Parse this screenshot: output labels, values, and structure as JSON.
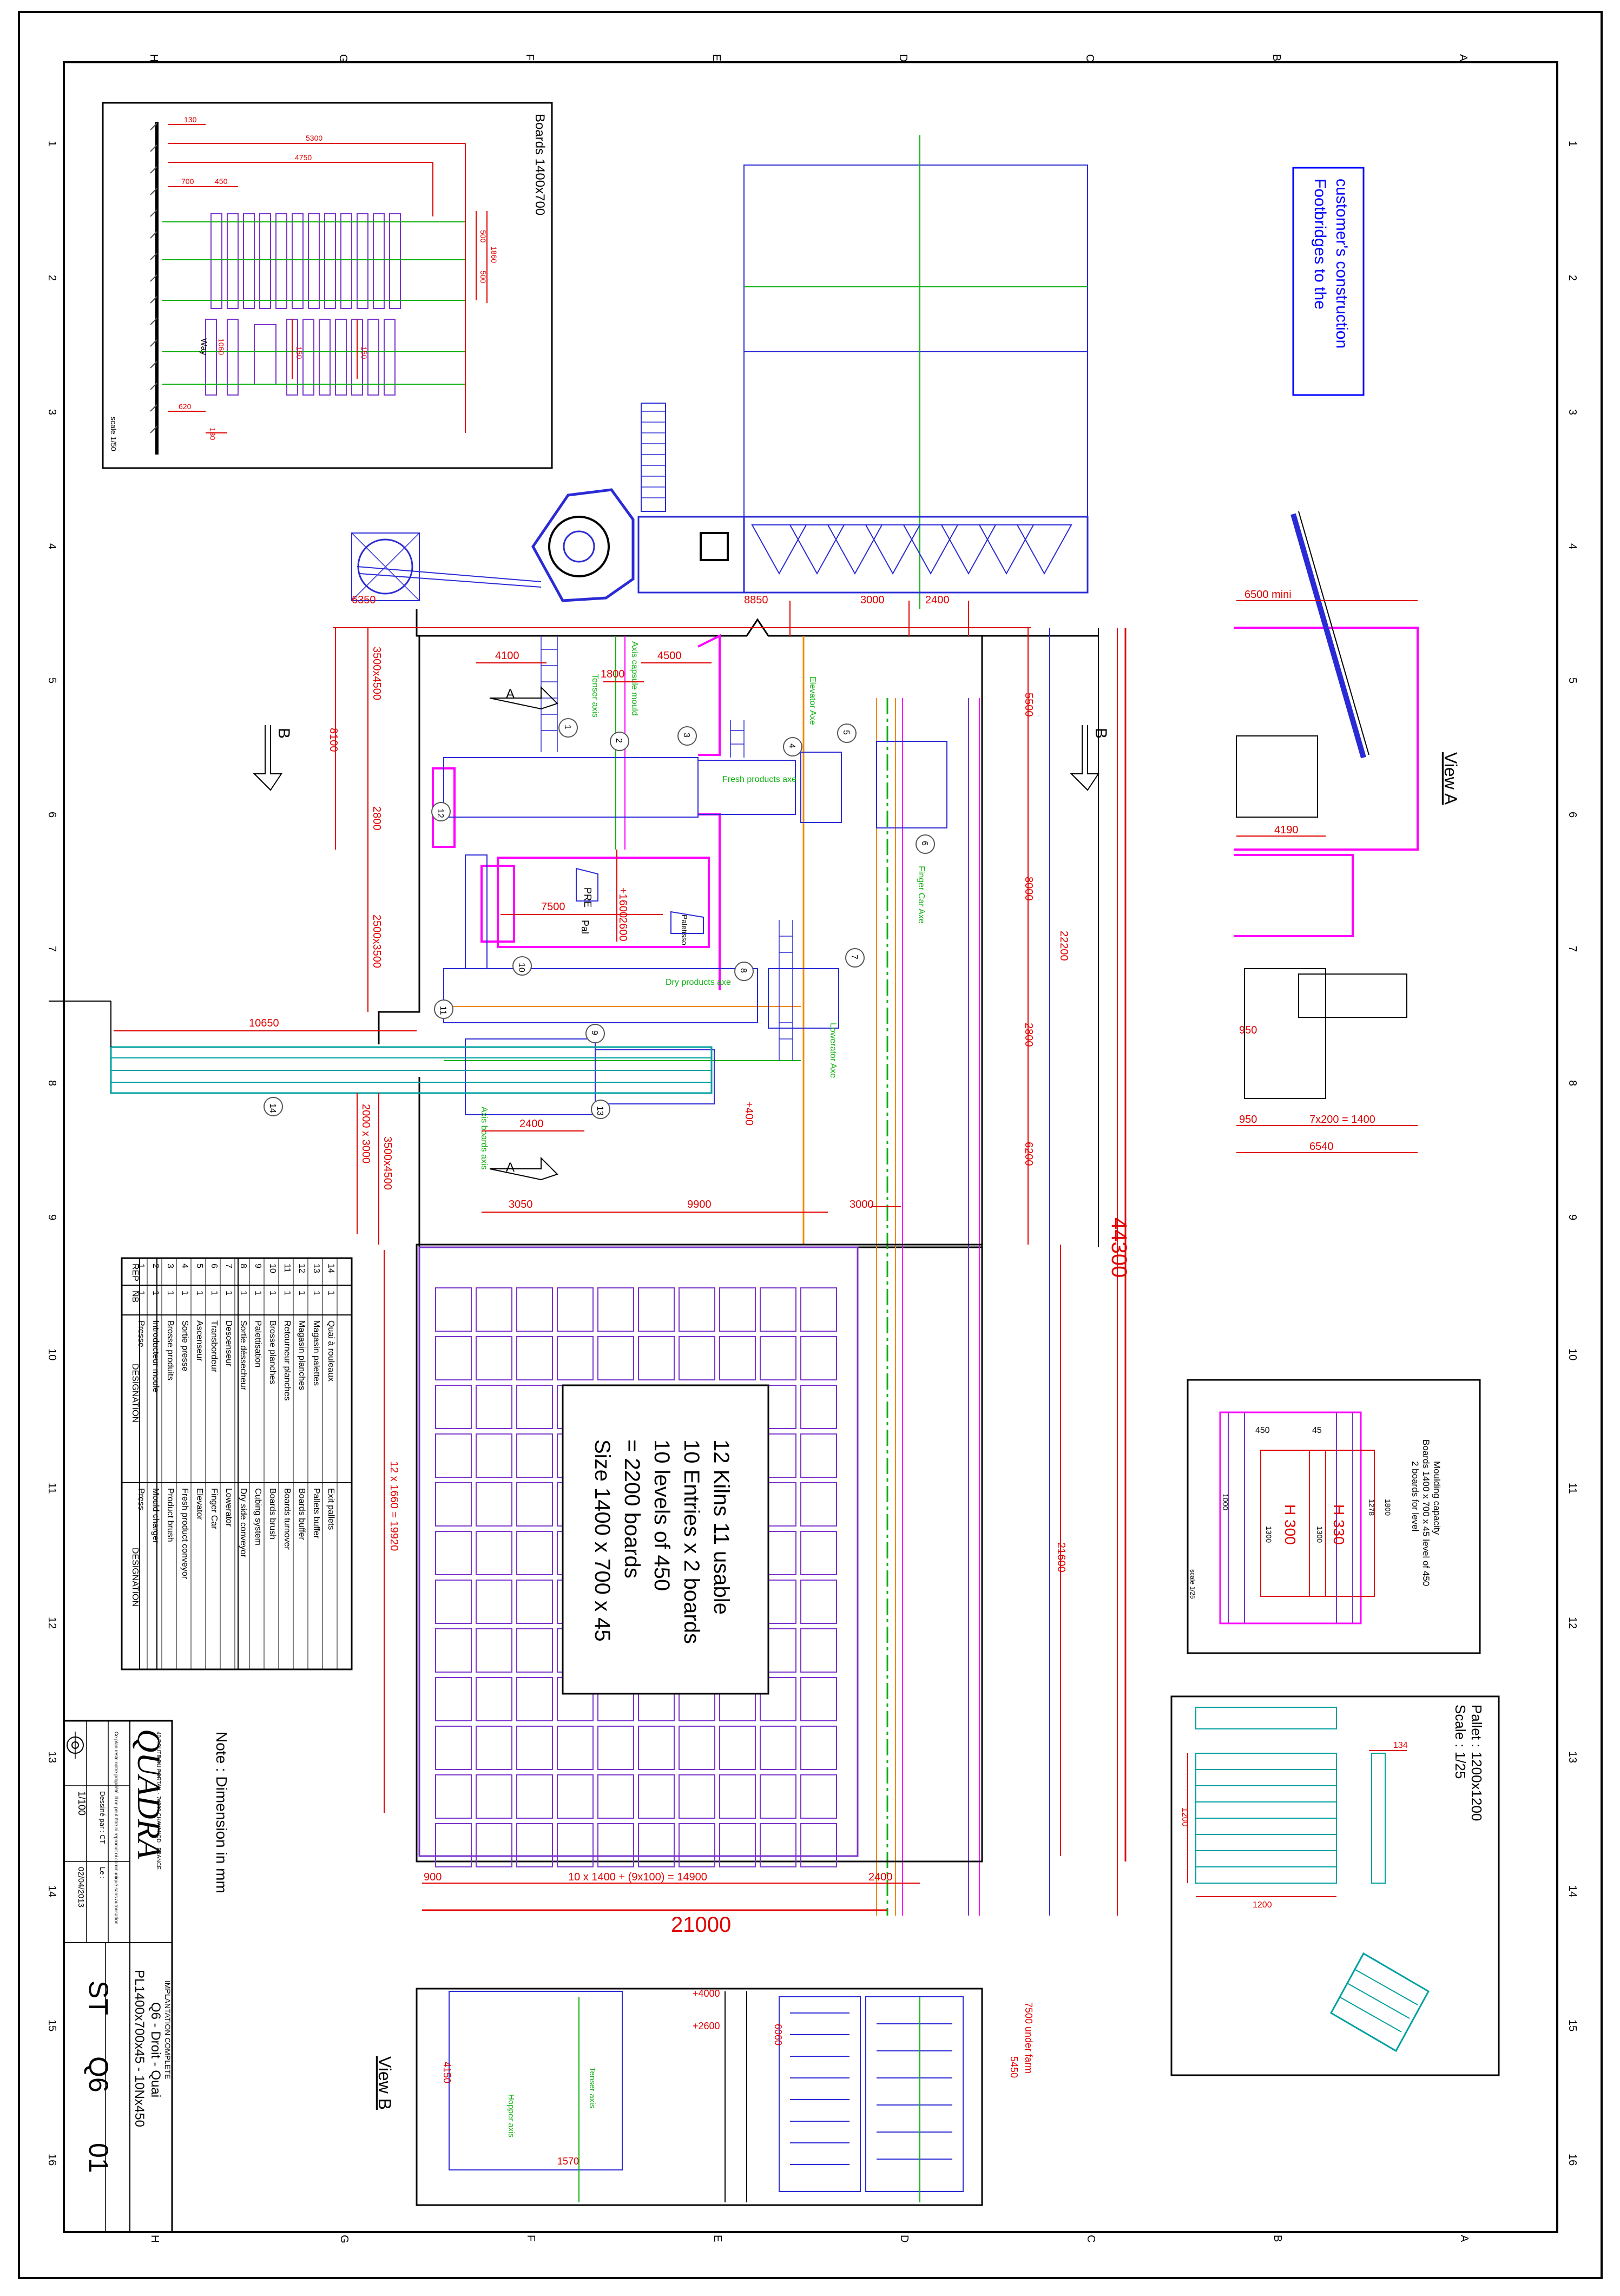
{
  "border": {
    "letters_top": [
      "H",
      "G",
      "F",
      "E",
      "D",
      "C",
      "B",
      "A"
    ],
    "letters_bottom": [
      "H",
      "G",
      "F",
      "E",
      "D",
      "C",
      "B",
      "A"
    ],
    "numbers": [
      "1",
      "2",
      "3",
      "4",
      "5",
      "6",
      "7",
      "8",
      "9",
      "10",
      "11",
      "12",
      "13",
      "14",
      "15",
      "16"
    ]
  },
  "inset_boards": {
    "title": "Boards 1400x700",
    "scale": "scale 1/50",
    "dims": [
      "130",
      "5300",
      "4750",
      "700",
      "450",
      "500",
      "500",
      "1860",
      "1060",
      "150",
      "150",
      "620",
      "180",
      "Way"
    ]
  },
  "footbridge_note": "Footbridges to the customer's construction",
  "view_a": {
    "label": "View A",
    "dims": [
      "6500 mini",
      "4190",
      "950",
      "950",
      "7x200 = 1400",
      "6540"
    ]
  },
  "view_b": {
    "label": "View B",
    "dims": [
      "+4000",
      "+2600",
      "6060",
      "4150",
      "1570",
      "5450",
      "7500 under farm"
    ],
    "text": [
      "Tenser axis",
      "Hopper axis"
    ]
  },
  "mould_inset": {
    "title_lines": [
      "Moulding capacity",
      "Boards 1400 x 700 x 45 level of 450",
      "2 boards for level"
    ],
    "labels": [
      "H 300",
      "H 330",
      "450",
      "45",
      "1300",
      "1300",
      "1278",
      "1800",
      "1000"
    ],
    "scale": "scale 1/25"
  },
  "pallet_inset": {
    "title_lines": [
      "Pallet : 1200x1200",
      "Scale : 1/25"
    ],
    "dims": [
      "134",
      "1200",
      "1200"
    ]
  },
  "main_plan": {
    "dims": [
      "6350",
      "8850",
      "3000",
      "2400",
      "4100",
      "1800",
      "4500",
      "3500x4500",
      "8100",
      "2800",
      "7500",
      "2500x3500",
      "10650",
      "2400",
      "3050",
      "9900",
      "3000",
      "2000 x 3000",
      "3500x4500",
      "5500",
      "8000",
      "2800",
      "6200",
      "22200",
      "21600",
      "12 x 1660 = 19920",
      "900",
      "10 x 1400 + (9x100) = 14900",
      "2400",
      "+1600",
      "2600"
    ],
    "overall_vertical": "44300",
    "overall_horizontal": "21000",
    "section_labels": [
      "A",
      "A",
      "B",
      "B"
    ],
    "axis_labels": [
      "Axis capsule mould",
      "Tenser axis",
      "Elevator Axe",
      "Finger Car Axe",
      "Dry products axe",
      "Lowerator Axe",
      "Fresh products axe",
      "Axis boards axis"
    ],
    "markers": [
      "1",
      "2",
      "3",
      "4",
      "5",
      "6",
      "7",
      "8",
      "9",
      "10",
      "11",
      "12",
      "13",
      "14"
    ],
    "room_labels": [
      "PRE",
      "Pal",
      "Paletisso",
      "+400"
    ],
    "kiln_text": [
      "12 Kilns 11 usable",
      "10 Entries x 2 boards",
      "10 levels of 450",
      "= 2200 boards",
      "Size 1400 x 700 x 45"
    ]
  },
  "note": "Note : Dimension in mm",
  "table": {
    "headers": {
      "rep": "REP",
      "nb": "NB",
      "des_fr": "DESIGNATION",
      "des_en": "DESIGNATION"
    },
    "rows": [
      {
        "rep": "14",
        "nb": "1",
        "fr": "Quai à rouleaux",
        "en": "Exit pallets"
      },
      {
        "rep": "13",
        "nb": "1",
        "fr": "Magasin palettes",
        "en": "Pallets buffer"
      },
      {
        "rep": "12",
        "nb": "1",
        "fr": "Magasin planches",
        "en": "Boards buffer"
      },
      {
        "rep": "11",
        "nb": "1",
        "fr": "Retourneur planches",
        "en": "Boards turnover"
      },
      {
        "rep": "10",
        "nb": "1",
        "fr": "Brosse planches",
        "en": "Boards brush"
      },
      {
        "rep": "9",
        "nb": "1",
        "fr": "Palettisation",
        "en": "Cubing system"
      },
      {
        "rep": "8",
        "nb": "1",
        "fr": "Sortie déssecheur",
        "en": "Dry side conveyor"
      },
      {
        "rep": "7",
        "nb": "1",
        "fr": "Descenseur",
        "en": "Lowerator"
      },
      {
        "rep": "6",
        "nb": "1",
        "fr": "Transbordeur",
        "en": "Finger Car"
      },
      {
        "rep": "5",
        "nb": "1",
        "fr": "Ascenseur",
        "en": "Elevator"
      },
      {
        "rep": "4",
        "nb": "1",
        "fr": "Sortie presse",
        "en": "Fresh product conveyor"
      },
      {
        "rep": "3",
        "nb": "1",
        "fr": "Brosse produits",
        "en": "Product brush"
      },
      {
        "rep": "2",
        "nb": "1",
        "fr": "Introducteur moule",
        "en": "Mould charger"
      },
      {
        "rep": "1",
        "nb": "1",
        "fr": "Presse",
        "en": "Press"
      }
    ]
  },
  "title_block": {
    "company": "QUADRA",
    "company_sub": "40 ROUTE DU PORTAIL · 74330 CHAVANOD · FRANCE",
    "rights": "Ce plan reste notre propriété. Il ne peut être ni reproduit ni communiqué sans autorisation.",
    "drawn_label": "Dessiné par : CT",
    "scale": "1/100",
    "format_label": "Le :",
    "date": "02/04/2013",
    "title_top": "IMPLANTATION COMPLETE",
    "title1": "Q6 - Droit - Quai",
    "title2": "PL1400x700x45 - 10Nx450",
    "code_parts": [
      "ST",
      "Q6",
      "01"
    ]
  },
  "colors": {
    "frame": "#000000",
    "dim_red": "#e00000",
    "kiln_purple": "#7a33cc",
    "wall_magenta": "#ff00ff",
    "axis_green": "#10b010",
    "track_orange": "#f08a00",
    "machine_blue": "#2b2bd6",
    "conveyor_teal": "#00a0a0",
    "note_blue": "#0000ff"
  }
}
